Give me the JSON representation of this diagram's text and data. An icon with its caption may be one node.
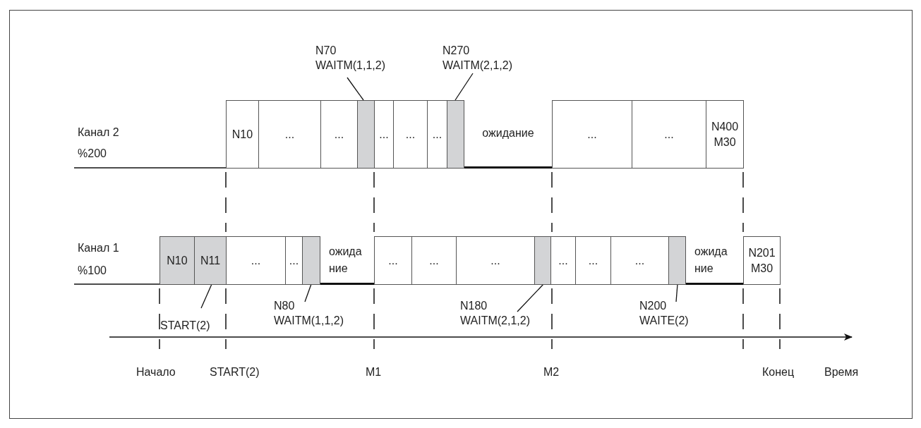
{
  "diagram": {
    "nodes": [
      {
        "text": [
          "N70",
          "WAITM(1,1,2)"
        ]
      },
      {
        "text": [
          "N270",
          "WAITM(2,1,2)"
        ]
      },
      {
        "text": [
          "N10"
        ]
      },
      {
        "text": [
          "..."
        ]
      },
      {
        "text": [
          "..."
        ]
      },
      {
        "text": [],
        "shape": "bar"
      },
      {
        "text": [
          "..."
        ]
      },
      {
        "text": [
          "..."
        ]
      },
      {
        "text": [
          "..."
        ]
      },
      {
        "text": [],
        "shape": "bar"
      },
      {
        "text": [
          "..."
        ]
      },
      {
        "text": [
          "..."
        ]
      },
      {
        "text": [
          "N400",
          "M30"
        ]
      },
      {
        "text": [
          "N10"
        ]
      },
      {
        "text": [
          "N11"
        ]
      },
      {
        "text": [
          "..."
        ]
      },
      {
        "text": [
          "..."
        ]
      },
      {
        "text": [],
        "shape": "bar"
      },
      {
        "text": [
          "..."
        ]
      },
      {
        "text": [
          "..."
        ]
      },
      {
        "text": [
          "..."
        ]
      },
      {
        "text": [],
        "shape": "bar"
      },
      {
        "text": [
          "..."
        ]
      },
      {
        "text": [
          "..."
        ]
      },
      {
        "text": [
          "..."
        ]
      },
      {
        "text": [],
        "shape": "bar"
      },
      {
        "text": [
          "N201",
          "M30"
        ]
      },
      {
        "text": [
          "START(2)"
        ]
      },
      {
        "text": [
          "N80",
          "WAITM(1,1,2)"
        ]
      },
      {
        "text": [
          "N180",
          "WAITM(2,1,2)"
        ]
      },
      {
        "text": [
          "N200",
          "WAITE(2)"
        ]
      }
    ],
    "edges": [
      {
        "from": 0,
        "to": 5,
        "arrow": "none"
      },
      {
        "from": 1,
        "to": 9,
        "arrow": "none"
      },
      {
        "from": 27,
        "to": 14,
        "arrow": "none"
      },
      {
        "from": 28,
        "to": 17,
        "arrow": "none"
      },
      {
        "from": 29,
        "to": 21,
        "arrow": "none"
      },
      {
        "from": 30,
        "to": 25,
        "arrow": "none"
      }
    ],
    "labels": [
      "Канал 2",
      "%200",
      "ожидание",
      "Канал 1",
      "%100",
      "ожида ние",
      "ожида ние",
      "Начало",
      "START(2)",
      "M1",
      "M2",
      "Конец",
      "Время"
    ]
  }
}
